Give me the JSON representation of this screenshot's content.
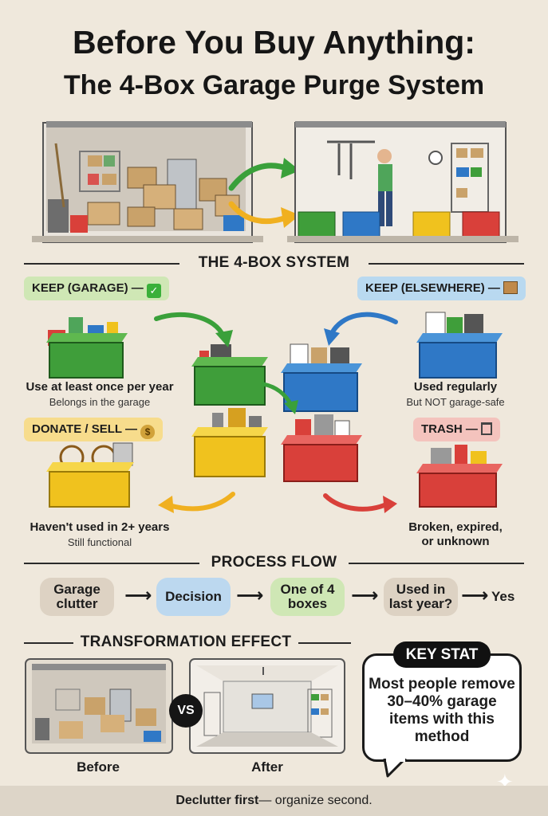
{
  "title": {
    "line1": "Before You Buy Anything:",
    "line2": "The 4-Box Garage Purge System"
  },
  "sections": {
    "four_box": "THE 4-BOX SYSTEM",
    "process": "PROCESS FLOW",
    "transformation": "TRANSFORMATION EFFECT"
  },
  "boxes": {
    "keep_garage": {
      "label": "KEEP (GARAGE) —",
      "icon": "check-icon",
      "main": "Use at least once per year",
      "sub": "Belongs in the garage",
      "color": "#cfe7b5",
      "box_color": "#3f9e3a"
    },
    "keep_elsewhere": {
      "label": "KEEP (ELSEWHERE) —",
      "icon": "package-icon",
      "main": "Used regularly",
      "sub": "But NOT garage-safe",
      "color": "#b9d9f0",
      "box_color": "#2f78c6"
    },
    "donate_sell": {
      "label": "DONATE / SELL —",
      "icon": "money-bag-icon",
      "main": "Haven't used in 2+ years",
      "sub": "Still functional",
      "color": "#f7dc8c",
      "box_color": "#f0c21e"
    },
    "trash": {
      "label": "TRASH —",
      "icon": "trash-icon",
      "main": "Broken, expired,",
      "main2": "or unknown",
      "color": "#f4c3bd",
      "box_color": "#d9403a"
    }
  },
  "flow": {
    "steps": [
      {
        "text": "Garage clutter",
        "color": "#ddd2c3"
      },
      {
        "text": "Decision",
        "color": "#bcd8ef"
      },
      {
        "text": "One of 4 boxes",
        "color": "#cfe7b5"
      },
      {
        "text": "Used in last year?",
        "color": "#ddd2c3"
      }
    ],
    "final": "Yes"
  },
  "transformation": {
    "before": "Before",
    "after": "After",
    "vs": "VS"
  },
  "key_stat": {
    "badge": "KEY STAT",
    "text": "Most people remove 30–40% garage items with this method"
  },
  "footer": {
    "bold": "Declutter first",
    "rest": " — organize second."
  }
}
